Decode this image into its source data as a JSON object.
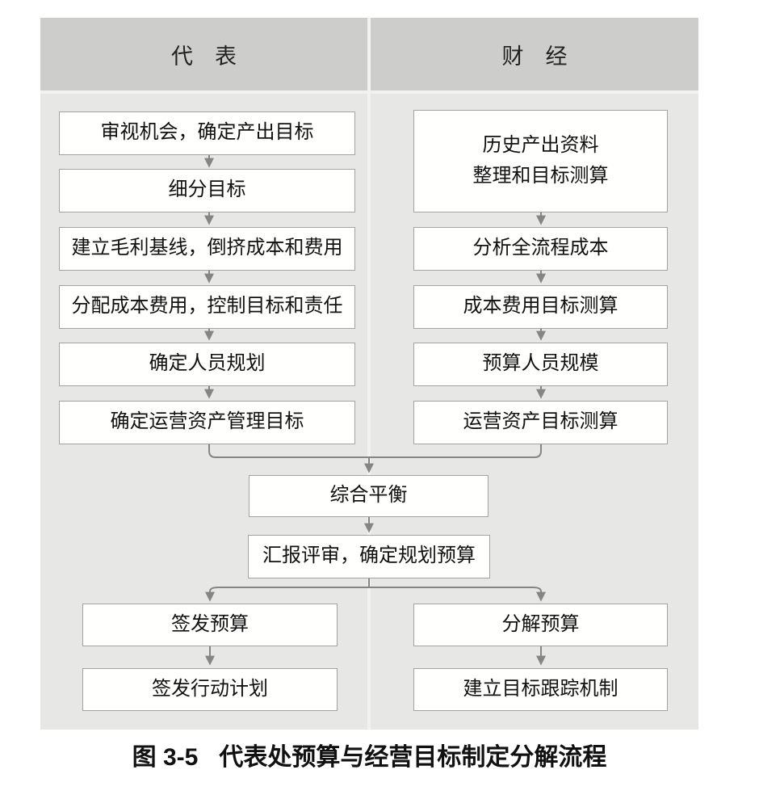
{
  "header": {
    "left_label": "代　表",
    "right_label": "财　经"
  },
  "columns": {
    "left": [
      "审视机会，确定产出目标",
      "细分目标",
      "建立毛利基线，倒挤成本和费用",
      "分配成本费用，控制目标和责任",
      "确定人员规划",
      "确定运营资产管理目标"
    ],
    "right_box1_lines": [
      "历史产出资料",
      "整理和目标测算"
    ],
    "right": [
      "分析全流程成本",
      "成本费用目标测算",
      "预算人员规模",
      "运营资产目标测算"
    ]
  },
  "center": [
    "综合平衡",
    "汇报评审，确定规划预算"
  ],
  "bottom": {
    "left": [
      "签发预算",
      "签发行动计划"
    ],
    "right": [
      "分解预算",
      "建立目标跟踪机制"
    ]
  },
  "caption": {
    "figure_label": "图 3-5",
    "title": "代表处预算与经营目标制定分解流程"
  },
  "colors": {
    "header_bg": "#cdcdcc",
    "body_bg": "#e7e7e5",
    "divider": "#f2f2f0",
    "box_bg": "#fffffe",
    "box_border": "#a3a3a3",
    "connector": "#858585",
    "text": "#111111"
  }
}
